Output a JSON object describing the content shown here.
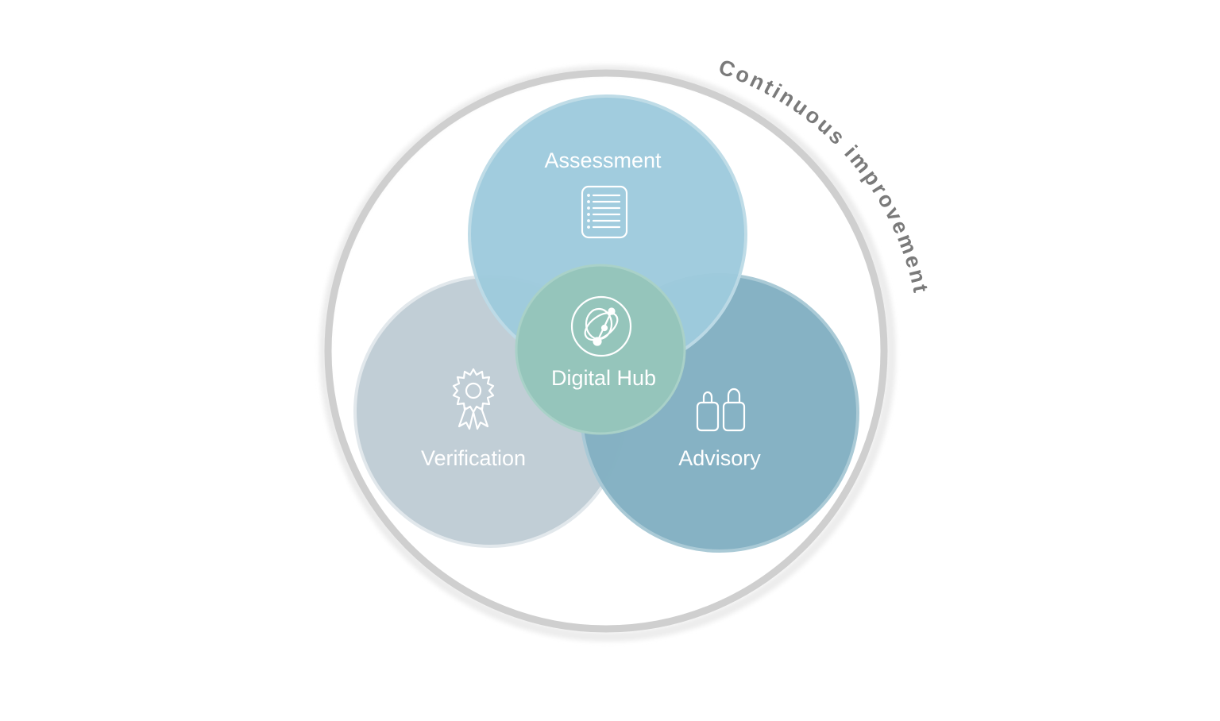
{
  "diagram": {
    "outer_label": "Continuous improvement",
    "center": {
      "label": "Digital Hub",
      "icon": "orbit-network-icon",
      "color": "#95c5bb"
    },
    "nodes": [
      {
        "key": "assessment",
        "label": "Assessment",
        "icon": "checklist-document-icon",
        "color": "#9ecbdd"
      },
      {
        "key": "verification",
        "label": "Verification",
        "icon": "award-ribbon-icon",
        "color": "#bfcdd5"
      },
      {
        "key": "advisory",
        "label": "Advisory",
        "icon": "two-people-icon",
        "color": "#84b1c3"
      }
    ],
    "ring_color": "#cfcfcf"
  }
}
